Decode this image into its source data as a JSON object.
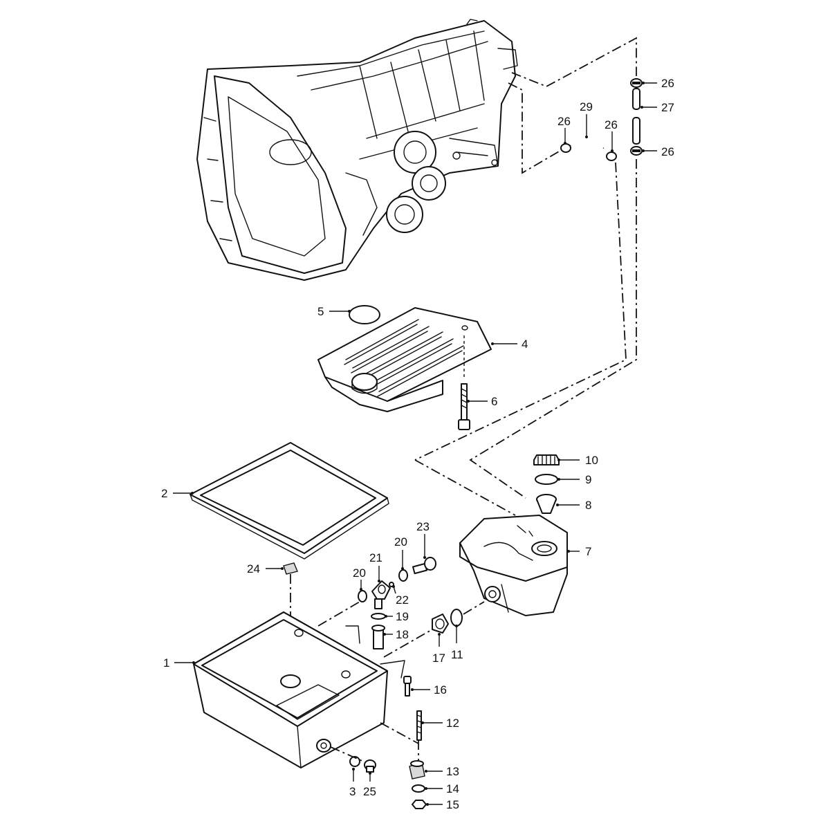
{
  "callouts": {
    "c1": "1",
    "c2": "2",
    "c3": "3",
    "c4": "4",
    "c5": "5",
    "c6": "6",
    "c7": "7",
    "c8": "8",
    "c9": "9",
    "c10": "10",
    "c11": "11",
    "c12": "12",
    "c13": "13",
    "c14": "14",
    "c15": "15",
    "c16": "16",
    "c17": "17",
    "c18": "18",
    "c19": "19",
    "c20a": "20",
    "c20b": "20",
    "c21": "21",
    "c22": "22",
    "c23": "23",
    "c24": "24",
    "c25": "25",
    "c26a": "26",
    "c26b": "26",
    "c26c": "26",
    "c26d": "26",
    "c27": "27",
    "c29": "29"
  },
  "colors": {
    "ink": "#111111",
    "paper": "#ffffff",
    "shade": "#d9d9d9"
  }
}
